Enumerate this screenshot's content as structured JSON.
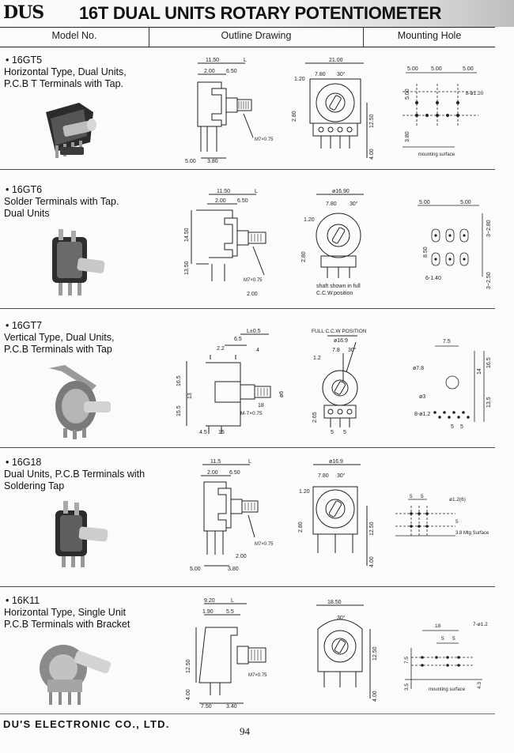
{
  "header": {
    "logo_text": "DUS",
    "title": "16T DUAL UNITS ROTARY POTENTIOMETER"
  },
  "columns": [
    "Model No.",
    "Outline Drawing",
    "Mounting Hole"
  ],
  "models": [
    {
      "code": "• 16GT5",
      "description": [
        "Horizontal Type, Dual Units,",
        "P.C.B T Terminals with Tap."
      ],
      "labels": {
        "a": "11.50",
        "b": "L",
        "c": "2.00",
        "d": "6.50",
        "e": "M7×0.75",
        "f": "5.00",
        "g": "3.80",
        "h": "21.00",
        "i": "7.80",
        "j": "30°",
        "k": "1.20",
        "l": "2.80",
        "m": "12.50",
        "n": "4.00"
      },
      "hole": {
        "p1": "5.00",
        "p2": "5.00",
        "p3": "5.00",
        "v1": "5.00",
        "v2": "3.80",
        "hole": "8-ø1.20",
        "surface": "mounting surface"
      }
    },
    {
      "code": "• 16GT6",
      "description": [
        "Solder Terminals with Tap.",
        "Dual Units"
      ],
      "labels": {
        "a": "11.50",
        "b": "L",
        "c": "2.00",
        "d": "6.50",
        "e": "M7×0.75",
        "f": "14.50",
        "g": "13.50",
        "h": "2.00",
        "i": "ø16.90",
        "j": "7.80",
        "k": "30°",
        "l": "1.20",
        "m": "2.80",
        "n": "shaft shown in full",
        "o": "C.C.W.position"
      },
      "hole": {
        "p1": "5.00",
        "p2": "5.00",
        "v1": "3~2.80",
        "v2": "8.50",
        "v3": "3~2.50",
        "hole": "6-1.40"
      }
    },
    {
      "code": "• 16GT7",
      "description": [
        "Vertical Type, Dual Units,",
        "P.C.B Terminals with Tap"
      ],
      "labels": {
        "a": "L±0.5",
        "b": "6.5",
        "c": "2.2",
        "d": "4",
        "e": "16.5",
        "f": "13",
        "g": "15.5",
        "h": "18",
        "i": "M-7×0.75",
        "j": "4.5",
        "k": "15",
        "l": "ø6",
        "m": "FULL C.C.W POSITION",
        "n": "ø16.9",
        "o": "7.8",
        "p": "30°",
        "q": "1.2",
        "r": "2.65",
        "s": "5",
        "t": "5"
      },
      "hole": {
        "p1": "7.5",
        "v1": "14",
        "v2": "16.5",
        "v3": "13.5",
        "d1": "ø7.8",
        "d2": "ø3",
        "d3": "8-ø1.2",
        "p2": "5",
        "p3": "5"
      }
    },
    {
      "code": "• 16G18",
      "description": [
        "Dual Units, P.C.B Terminals with",
        "Soldering Tap"
      ],
      "labels": {
        "a": "11.5",
        "b": "L",
        "c": "2.00",
        "d": "6.50",
        "e": "M7×0.75",
        "f": "2.00",
        "g": "5.00",
        "h": "3.80",
        "i": "ø16.9",
        "j": "7.80",
        "k": "30°",
        "l": "1.20",
        "m": "2.80",
        "n": "12.50",
        "o": "4.00"
      },
      "hole": {
        "p1": "5",
        "p2": "5",
        "hole": "ø1.2(6)",
        "v1": "5",
        "v2": "3.8 Mtg Surface"
      }
    },
    {
      "code": "• 16K11",
      "description": [
        "Horizontal Type, Single Unit",
        "P.C.B Terminals with Bracket"
      ],
      "labels": {
        "a": "9.20",
        "b": "L",
        "c": "1.90",
        "d": "5.5",
        "e": "M7×0.75",
        "f": "12.50",
        "g": "4.00",
        "h": "7.50",
        "i": "3.40",
        "j": "18.50",
        "k": "30°",
        "l": "12.50",
        "m": "4.00"
      },
      "hole": {
        "p1": "18",
        "p2": "5",
        "p3": "5",
        "hole": "7-ø1.2",
        "v1": "7.5",
        "v2": "3.5",
        "v3": "4.3",
        "surface": "mounting surface"
      }
    }
  ],
  "footer": {
    "company": "DU'S ELECTRONIC CO., LTD.",
    "page": "94"
  }
}
